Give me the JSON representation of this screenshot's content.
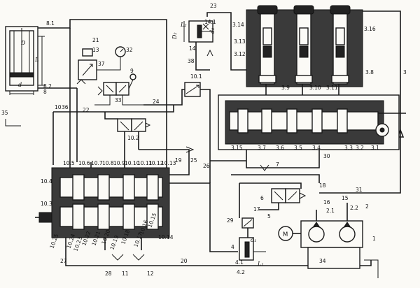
{
  "labels": [
    {
      "id": "8.1",
      "t": "8.1"
    },
    {
      "id": "23",
      "t": "23"
    },
    {
      "id": "14.1",
      "t": "14.1"
    },
    {
      "id": "L2",
      "t": "L₂"
    },
    {
      "id": "d2",
      "t": "d₂"
    },
    {
      "id": "D2",
      "t": "D₂"
    },
    {
      "id": "14",
      "t": "14"
    },
    {
      "id": "38",
      "t": "38"
    },
    {
      "id": "10.1",
      "t": "10.1"
    },
    {
      "id": "21a",
      "t": "21"
    },
    {
      "id": "13",
      "t": "13"
    },
    {
      "id": "32a",
      "t": "32"
    },
    {
      "id": "37",
      "t": "37"
    },
    {
      "id": "9",
      "t": "9"
    },
    {
      "id": "33",
      "t": "33"
    },
    {
      "id": "22",
      "t": "22"
    },
    {
      "id": "36",
      "t": "36"
    },
    {
      "id": "24",
      "t": "24"
    },
    {
      "id": "10.2",
      "t": "10.2"
    },
    {
      "id": "8.2",
      "t": "8.2"
    },
    {
      "id": "8",
      "t": "8"
    },
    {
      "id": "35",
      "t": "35"
    },
    {
      "id": "10",
      "t": "10"
    },
    {
      "id": "D",
      "t": "D"
    },
    {
      "id": "d",
      "t": "d"
    },
    {
      "id": "L",
      "t": "L"
    },
    {
      "id": "3.14",
      "t": "3.14"
    },
    {
      "id": "3.13",
      "t": "3.13"
    },
    {
      "id": "3.12",
      "t": "3.12"
    },
    {
      "id": "3.16",
      "t": "3.16"
    },
    {
      "id": "3.8",
      "t": "3.8"
    },
    {
      "id": "3.9",
      "t": "3.9"
    },
    {
      "id": "3.10",
      "t": "3.10"
    },
    {
      "id": "3.11",
      "t": "3.11"
    },
    {
      "id": "3",
      "t": "3"
    },
    {
      "id": "3.15",
      "t": "3.15"
    },
    {
      "id": "3.7",
      "t": "3.7"
    },
    {
      "id": "3.6",
      "t": "3.6"
    },
    {
      "id": "3.5",
      "t": "3.5"
    },
    {
      "id": "3.4",
      "t": "3.4"
    },
    {
      "id": "3.3",
      "t": "3.3"
    },
    {
      "id": "3.2",
      "t": "3.2"
    },
    {
      "id": "3.1",
      "t": "3.1"
    },
    {
      "id": "30",
      "t": "30"
    },
    {
      "id": "7",
      "t": "7"
    },
    {
      "id": "25",
      "t": "25"
    },
    {
      "id": "26",
      "t": "26"
    },
    {
      "id": "19",
      "t": "19"
    },
    {
      "id": "31",
      "t": "31"
    },
    {
      "id": "18",
      "t": "18"
    },
    {
      "id": "6",
      "t": "6"
    },
    {
      "id": "16",
      "t": "16"
    },
    {
      "id": "15",
      "t": "15"
    },
    {
      "id": "2.1",
      "t": "2.1"
    },
    {
      "id": "2.2",
      "t": "2.2"
    },
    {
      "id": "2",
      "t": "2"
    },
    {
      "id": "17",
      "t": "17"
    },
    {
      "id": "5",
      "t": "5"
    },
    {
      "id": "29",
      "t": "29"
    },
    {
      "id": "M",
      "t": "M"
    },
    {
      "id": "4",
      "t": "4"
    },
    {
      "id": "4.1",
      "t": "4.1"
    },
    {
      "id": "4.2",
      "t": "4.2"
    },
    {
      "id": "d1",
      "t": "d₁"
    },
    {
      "id": "L1",
      "t": "L₁"
    },
    {
      "id": "34",
      "t": "34"
    },
    {
      "id": "1",
      "t": "1"
    },
    {
      "id": "20",
      "t": "20"
    },
    {
      "id": "27",
      "t": "27"
    },
    {
      "id": "28",
      "t": "28"
    },
    {
      "id": "11",
      "t": "11"
    },
    {
      "id": "12",
      "t": "12"
    },
    {
      "id": "10.4",
      "t": "10.4"
    },
    {
      "id": "10.3",
      "t": "10.3"
    },
    {
      "id": "10.5",
      "t": "10.5"
    },
    {
      "id": "10.6",
      "t": "10.6"
    },
    {
      "id": "10.7",
      "t": "10.7"
    },
    {
      "id": "10.8",
      "t": "10.8"
    },
    {
      "id": "10.9",
      "t": "10.9"
    },
    {
      "id": "10.10",
      "t": "10.10"
    },
    {
      "id": "10.11",
      "t": "10.11"
    },
    {
      "id": "10.12",
      "t": "10.12"
    },
    {
      "id": "10.13",
      "t": "10.13"
    },
    {
      "id": "10.14",
      "t": "10.14"
    },
    {
      "id": "10.15",
      "t": "10.15"
    },
    {
      "id": "10.16",
      "t": "10.16"
    },
    {
      "id": "10.17",
      "t": "10.17"
    },
    {
      "id": "10.18",
      "t": "10.18"
    },
    {
      "id": "10.19",
      "t": "10.19"
    },
    {
      "id": "10.20",
      "t": "10.20"
    },
    {
      "id": "10.21",
      "t": "10.21"
    },
    {
      "id": "10.22",
      "t": "10.22"
    },
    {
      "id": "10.23",
      "t": "10.23"
    },
    {
      "id": "10.24",
      "t": "10.24"
    },
    {
      "id": "10.25",
      "t": "10.25"
    }
  ]
}
